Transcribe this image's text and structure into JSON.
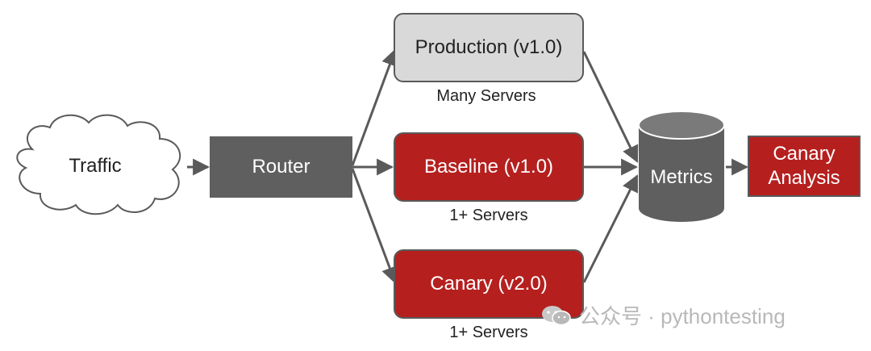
{
  "nodes": {
    "traffic": "Traffic",
    "router": "Router",
    "production": "Production (v1.0)",
    "baseline": "Baseline (v1.0)",
    "canary": "Canary (v2.0)",
    "metrics": "Metrics",
    "analysis_line1": "Canary",
    "analysis_line2": "Analysis"
  },
  "labels": {
    "production_servers": "Many Servers",
    "baseline_servers": "1+ Servers",
    "canary_servers": "1+ Servers"
  },
  "watermark": {
    "text": "公众号 · pythontesting"
  },
  "colors": {
    "red": "#b5201f",
    "grey_box": "#d9d9d9",
    "dark_grey": "#5f5f5f",
    "arrow": "#5a5a5a"
  }
}
